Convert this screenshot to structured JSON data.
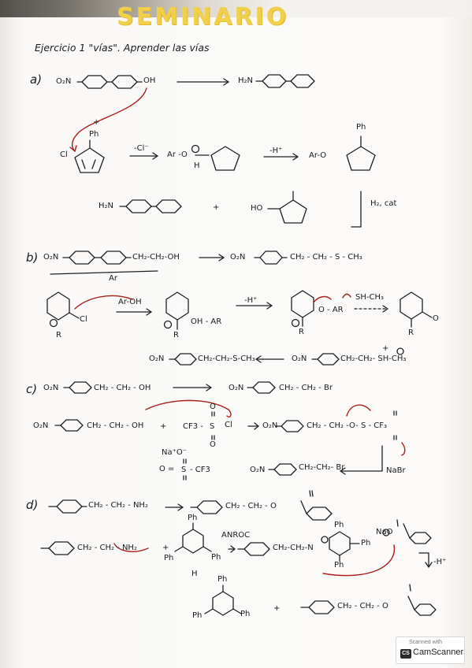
{
  "title": "SEMINARIO",
  "header": "Ejercicio 1 \"vías\". Aprender las vías",
  "section_a": {
    "label": "a)",
    "start": "O₂N",
    "start_oh": "OH",
    "product": "H₂N",
    "plus": "+",
    "ph": "Ph",
    "cl": "Cl",
    "minus_cl": "-Cl⁻",
    "ar_o": "Ar -O",
    "h": "H",
    "minus_h": "-H⁺",
    "ar_o2": "Ar-O",
    "h2cat": "H₂, cat",
    "ph_bottom": "Ph",
    "h2n_bottom": "H₂N",
    "plus_bottom": "+",
    "ho_bottom": "HO"
  },
  "section_b": {
    "label": "b)",
    "start": "O₂N",
    "start_chain": "CH₂-CH₂-OH",
    "ar": "Ar",
    "product": "O₂N",
    "product_chain": "CH₂ - CH₂ - S - CH₃",
    "cl": "Cl",
    "r": "R",
    "ar_oh": "Ar-OH",
    "oh_ar": "OH - AR",
    "minus_h": "-H⁺",
    "o_ar": "O - AR",
    "sh_ch3": "SH-CH₃",
    "o": "O",
    "final_left": "O₂N",
    "final_left_chain": "CH₂-CH₂-S-CH₃",
    "final_right": "O₂N",
    "final_right_chain": "CH₂-CH₂- SH-CH₃",
    "charge": "+"
  },
  "section_c": {
    "label": "c)",
    "start": "O₂N",
    "start_chain": "CH₂ - CH₂ - OH",
    "product": "O₂N",
    "product_chain": "CH₂ - CH₂ - Br",
    "row2_left": "O₂N",
    "row2_chain": "CH₂ - CH₂ - OH",
    "plus": "+",
    "cf3": "CF3 -",
    "s": "S",
    "o_top": "O",
    "o_bottom": "O",
    "cl": "Cl",
    "row2_right": "O₂N",
    "row2_right_chain": "CH₂ - CH₂ -O- S - CF₃",
    "na_o": "Na⁺O⁻",
    "o_eq": "O =",
    "s2": "S",
    "cf3_2": "- CF3",
    "br_left": "O₂N",
    "br_chain": "CH₂-CH₂- Br",
    "nabr": "NaBr"
  },
  "section_d": {
    "label": "d)",
    "start_chain": "CH₂ - CH₂ - NH₂",
    "product_chain": "CH₂ - CH₂ - O",
    "row2_chain": "CH₂ - CH₂ - NH₂",
    "plus": "+",
    "ph1": "Ph",
    "ph2": "Ph",
    "ph3": "Ph",
    "h": "H",
    "anroc": "ANROC",
    "row2_right_chain": "CH₂-CH₂-N",
    "ph4": "Ph",
    "ph5": "Ph",
    "ph6": "Ph",
    "nao": "NaO",
    "minus_h": "-H⁺",
    "bottom_ph1": "Ph",
    "bottom_ph2": "Ph",
    "bottom_ph3": "Ph",
    "bottom_plus": "+",
    "bottom_chain": "CH₂ - CH₂ - O"
  },
  "scanner": {
    "scanned_with": "Scanned with",
    "logo_text": "CS",
    "name": "CamScanner"
  }
}
